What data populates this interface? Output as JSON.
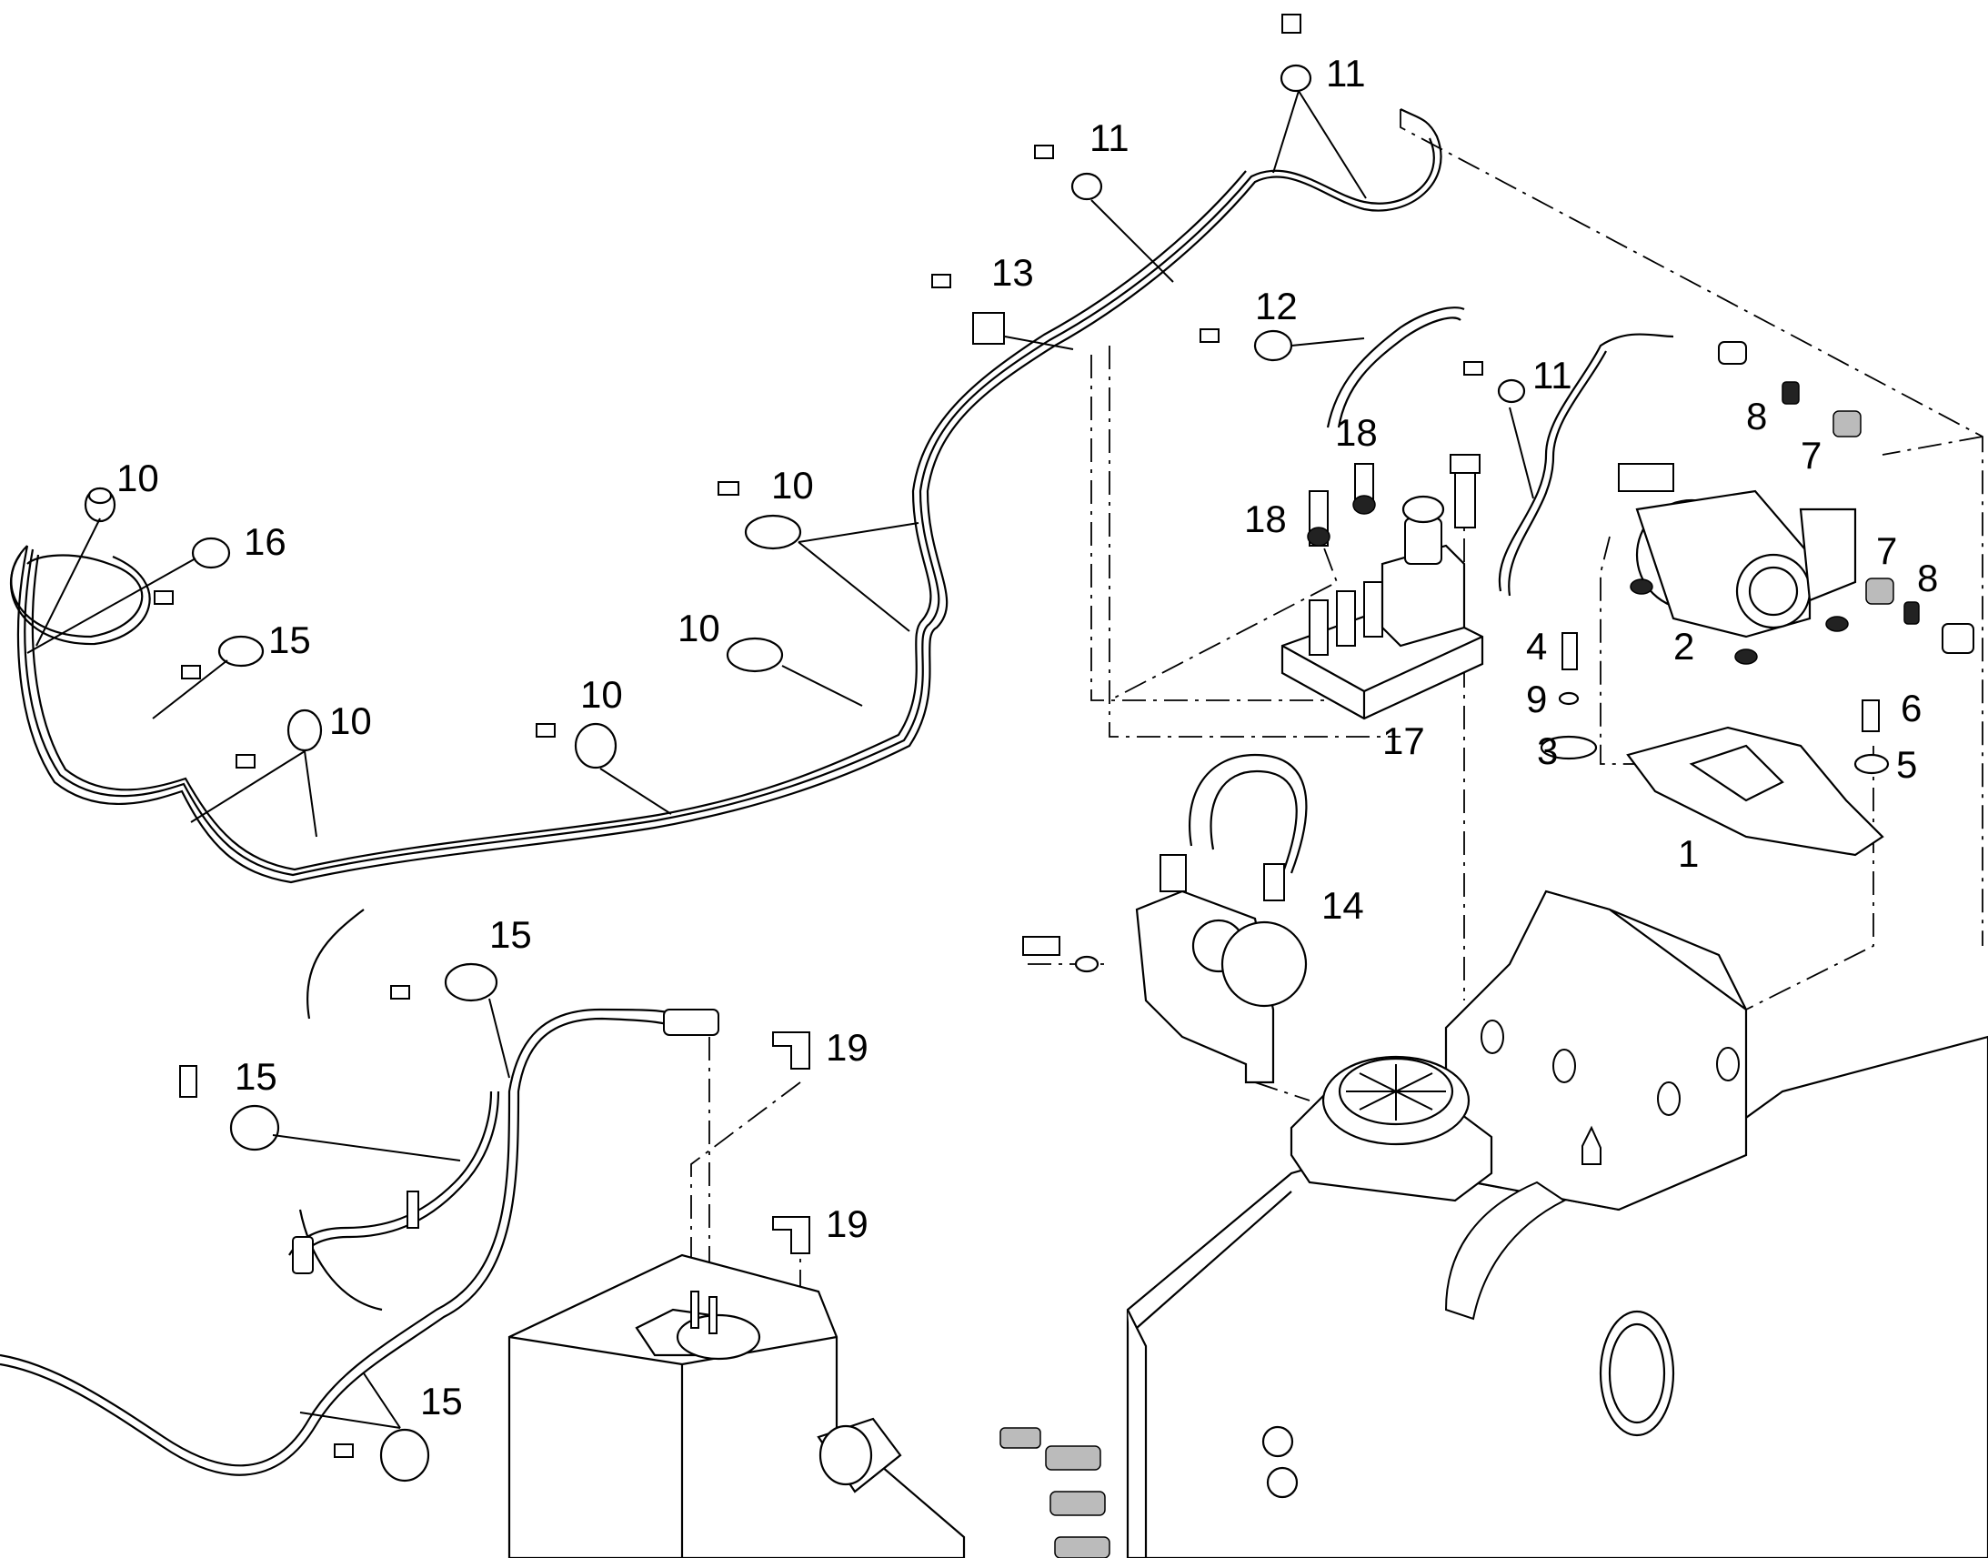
{
  "diagram": {
    "callouts": [
      {
        "id": "c-1",
        "text": "1"
      },
      {
        "id": "c-2",
        "text": "2"
      },
      {
        "id": "c-3",
        "text": "3"
      },
      {
        "id": "c-4",
        "text": "4"
      },
      {
        "id": "c-5",
        "text": "5"
      },
      {
        "id": "c-6",
        "text": "6"
      },
      {
        "id": "c-7a",
        "text": "7"
      },
      {
        "id": "c-7b",
        "text": "7"
      },
      {
        "id": "c-8a",
        "text": "8"
      },
      {
        "id": "c-8b",
        "text": "8"
      },
      {
        "id": "c-9",
        "text": "9"
      },
      {
        "id": "c-10a",
        "text": "10"
      },
      {
        "id": "c-10b",
        "text": "10"
      },
      {
        "id": "c-10c",
        "text": "10"
      },
      {
        "id": "c-10d",
        "text": "10"
      },
      {
        "id": "c-10e",
        "text": "10"
      },
      {
        "id": "c-11a",
        "text": "11"
      },
      {
        "id": "c-11b",
        "text": "11"
      },
      {
        "id": "c-11c",
        "text": "11"
      },
      {
        "id": "c-12",
        "text": "12"
      },
      {
        "id": "c-13",
        "text": "13"
      },
      {
        "id": "c-14",
        "text": "14"
      },
      {
        "id": "c-15a",
        "text": "15"
      },
      {
        "id": "c-15b",
        "text": "15"
      },
      {
        "id": "c-15c",
        "text": "15"
      },
      {
        "id": "c-15d",
        "text": "15"
      },
      {
        "id": "c-16",
        "text": "16"
      },
      {
        "id": "c-17",
        "text": "17"
      },
      {
        "id": "c-18a",
        "text": "18"
      },
      {
        "id": "c-18b",
        "text": "18"
      },
      {
        "id": "c-19a",
        "text": "19"
      },
      {
        "id": "c-19b",
        "text": "19"
      }
    ]
  },
  "colors": {
    "line": "#000000",
    "background": "#ffffff"
  }
}
